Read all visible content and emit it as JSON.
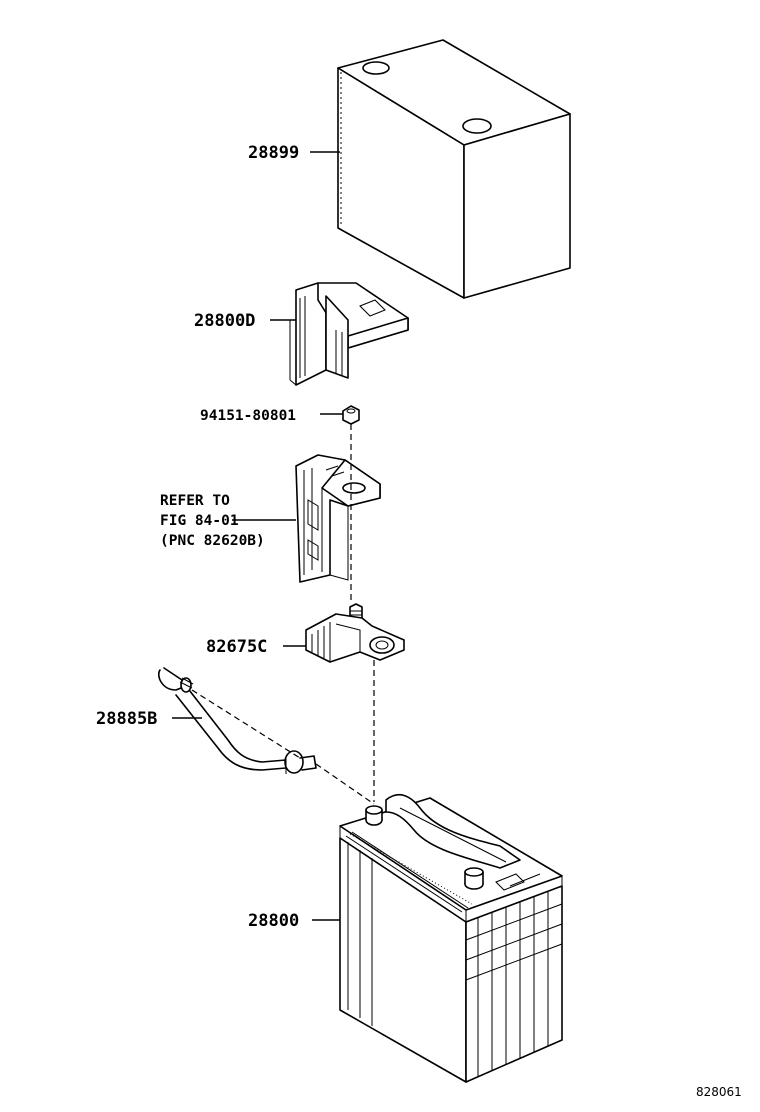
{
  "parts": {
    "insulator": "28899",
    "terminal_cover": "28800D",
    "nut": "94151-80801",
    "reference": {
      "line1": "REFER TO",
      "line2": "FIG 84-01",
      "line3": "(PNC 82620B)"
    },
    "clamp": "82675C",
    "cable": "28885B",
    "battery": "28800"
  },
  "diagram_code": "828061"
}
